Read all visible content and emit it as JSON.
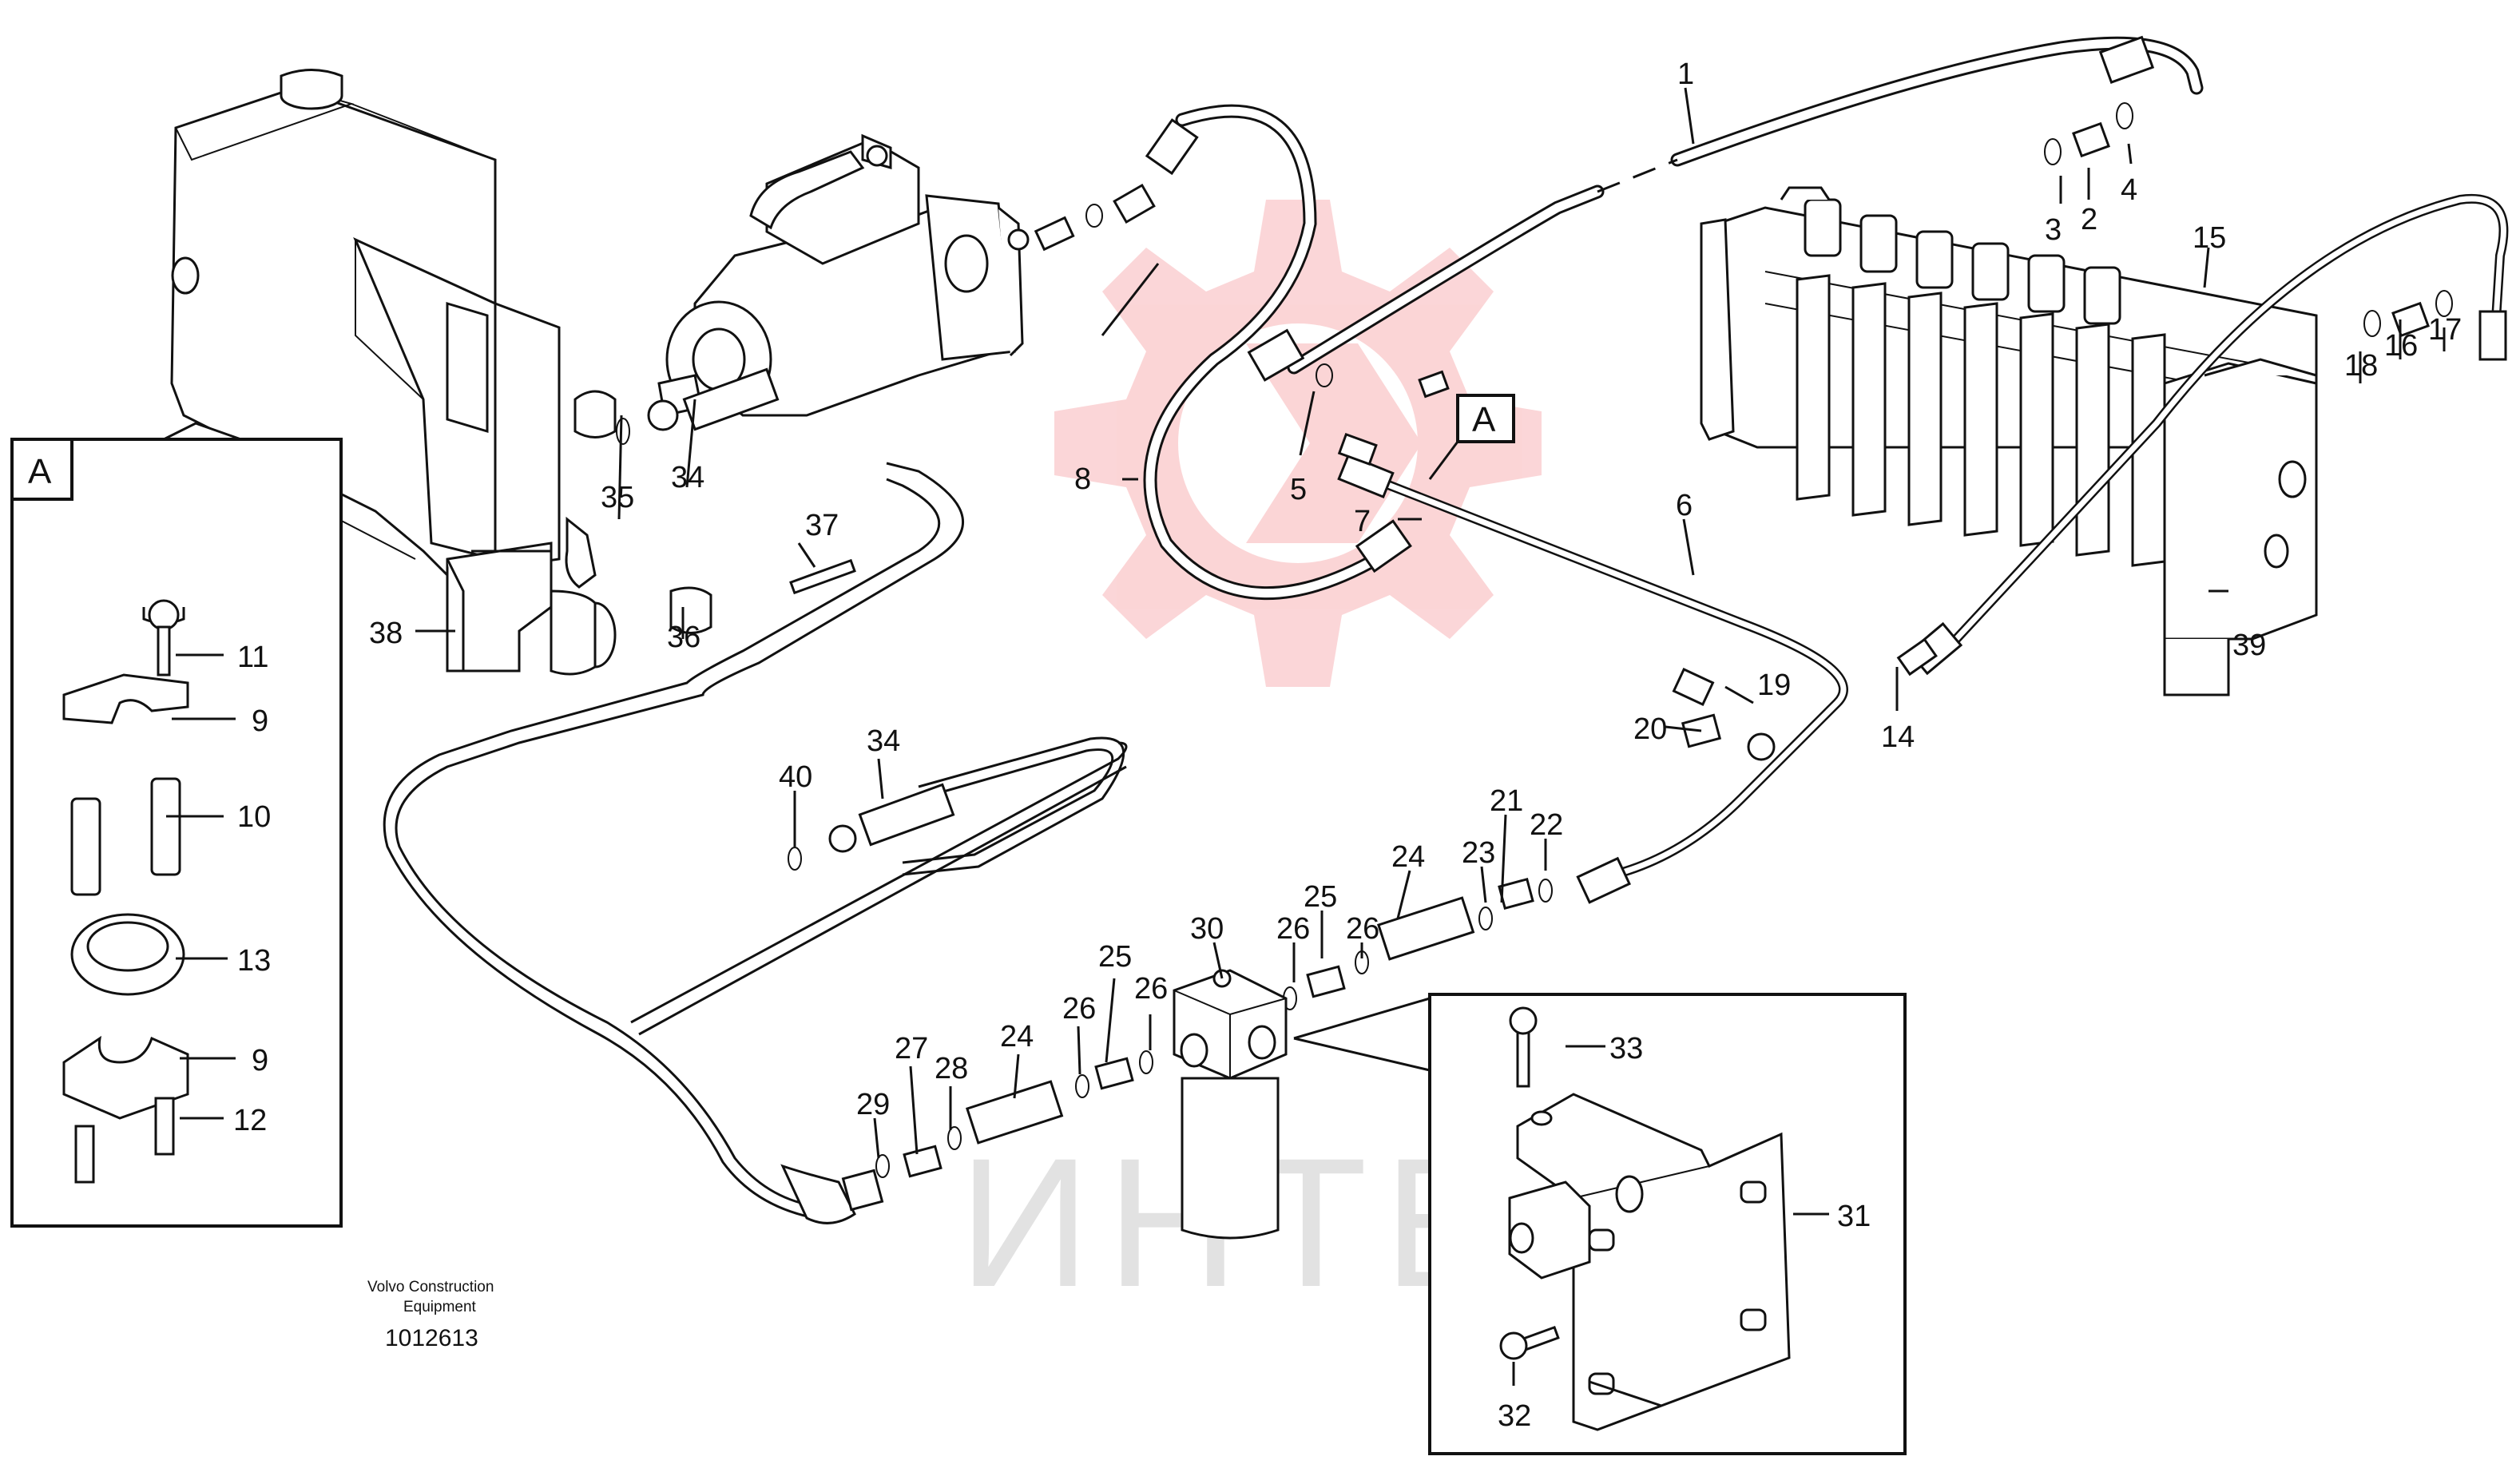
{
  "callouts": {
    "c1": "1",
    "c2": "2",
    "c3": "3",
    "c4": "4",
    "c5": "5",
    "c6": "6",
    "c7": "7",
    "c8": "8",
    "c9a": "9",
    "c9b": "9",
    "c10": "10",
    "c11": "11",
    "c12": "12",
    "c13": "13",
    "c14": "14",
    "c15": "15",
    "c16": "16",
    "c17": "17",
    "c18": "18",
    "c19": "19",
    "c20": "20",
    "c21": "21",
    "c22": "22",
    "c23": "23",
    "c24a": "24",
    "c24b": "24",
    "c25a": "25",
    "c25b": "25",
    "c26a": "26",
    "c26b": "26",
    "c26c": "26",
    "c26d": "26",
    "c27": "27",
    "c28": "28",
    "c29": "29",
    "c30": "30",
    "c31": "31",
    "c32": "32",
    "c33": "33",
    "c34a": "34",
    "c34b": "34",
    "c35": "35",
    "c36": "36",
    "c37": "37",
    "c38": "38",
    "c39": "39",
    "c40": "40"
  },
  "detail_marker": "A",
  "detail_box_label": "A",
  "watermark": "ИНТЕХ",
  "footer": {
    "line1": "Volvo Construction",
    "line2": "Equipment",
    "code": "1012613"
  },
  "colors": {
    "line": "#111111",
    "watermark": "#e8000a"
  }
}
